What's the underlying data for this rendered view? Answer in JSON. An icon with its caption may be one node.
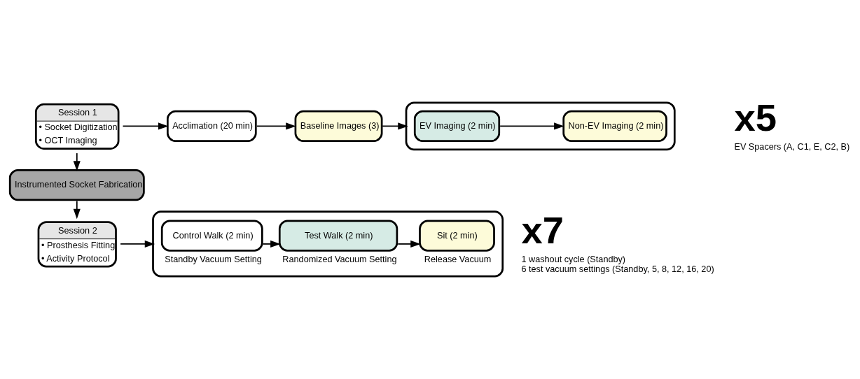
{
  "diagram": {
    "nodes": [
      {
        "text": [
          "Session 1",
          "• Socket Digitization",
          "• OCT Imaging"
        ]
      },
      {
        "text": [
          "Acclimation (20 min)"
        ]
      },
      {
        "text": [
          "Baseline Images (3)"
        ]
      },
      {
        "text": [],
        "shape": "box",
        "beside": [
          "x5",
          "EV Spacers (A, C1, E, C2, B)"
        ]
      },
      {
        "text": [
          "EV Imaging (2 min)"
        ],
        "in": 3
      },
      {
        "text": [
          "Non-EV Imaging (2 min)"
        ],
        "in": 3
      },
      {
        "text": [
          "Instrumented Socket Fabrication"
        ]
      },
      {
        "text": [
          "Session 2",
          "• Prosthesis Fitting",
          "• Activity Protocol"
        ]
      },
      {
        "text": [],
        "shape": "box",
        "beside": [
          "x7",
          "1 washout cycle (Standby)",
          "6 test vacuum settings (Standby, 5, 8, 12, 16, 20)"
        ]
      },
      {
        "text": [
          "Control Walk (2 min)"
        ],
        "in": 8,
        "beside": [
          "Standby Vacuum Setting"
        ]
      },
      {
        "text": [
          "Test Walk (2 min)"
        ],
        "in": 8,
        "beside": [
          "Randomized Vacuum Setting"
        ]
      },
      {
        "text": [
          "Sit (2 min)"
        ],
        "in": 8,
        "beside": [
          "Release Vacuum"
        ]
      }
    ],
    "edges": [
      {
        "from": 0,
        "to": 1,
        "arrow": "to"
      },
      {
        "from": 1,
        "to": 2,
        "arrow": "to"
      },
      {
        "from": 2,
        "to": 3,
        "arrow": "to"
      },
      {
        "from": 4,
        "to": 5,
        "arrow": "to"
      },
      {
        "from": 0,
        "to": 6,
        "arrow": "to"
      },
      {
        "from": 6,
        "to": 7,
        "arrow": "to"
      },
      {
        "from": 7,
        "to": 8,
        "arrow": "to"
      },
      {
        "from": 9,
        "to": 10,
        "arrow": "to"
      },
      {
        "from": 10,
        "to": 11,
        "arrow": "to"
      }
    ]
  }
}
